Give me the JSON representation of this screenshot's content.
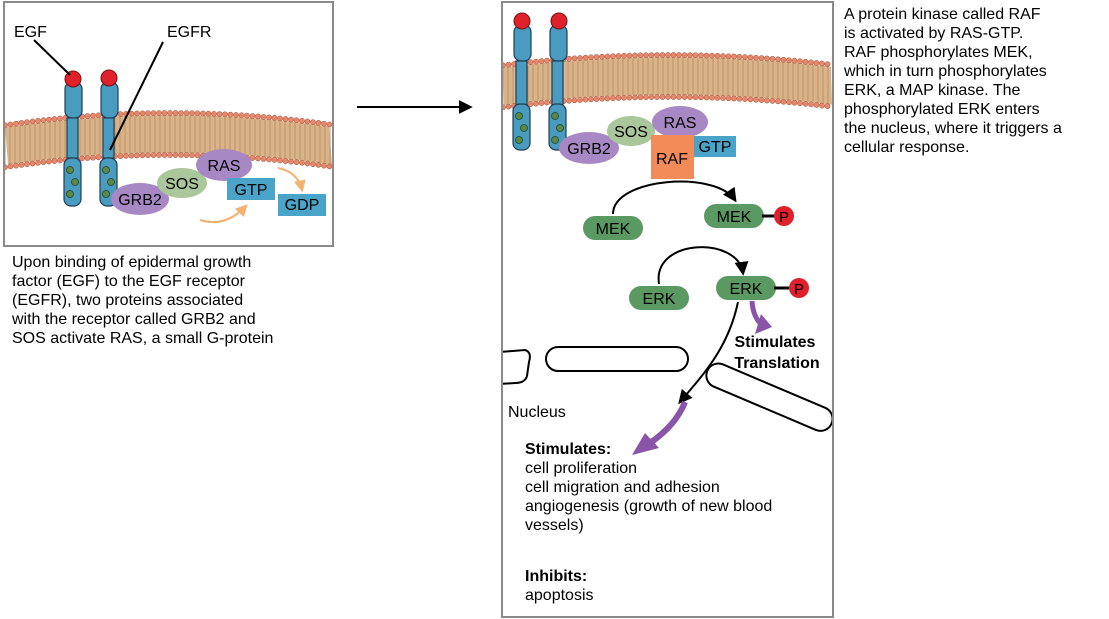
{
  "left_panel": {
    "egf_label": "EGF",
    "egfr_label": "EGFR",
    "sos": "SOS",
    "ras": "RAS",
    "grb2": "GRB2",
    "gtp": "GTP",
    "gdp": "GDP"
  },
  "left_caption": [
    "Upon binding of epidermal growth",
    "factor (EGF) to the EGF receptor",
    "(EGFR), two proteins associated",
    "with the receptor called GRB2 and",
    "SOS activate RAS, a small G-protein"
  ],
  "right_panel": {
    "sos": "SOS",
    "ras": "RAS",
    "grb2": "GRB2",
    "gtp": "GTP",
    "raf": "RAF",
    "mek": "MEK",
    "mek_p": "MEK",
    "erk": "ERK",
    "erk_p": "ERK",
    "phospho": "P",
    "stimulates_translation_1": "Stimulates",
    "stimulates_translation_2": "Translation",
    "nucleus": "Nucleus"
  },
  "right_caption": [
    "A protein kinase called RAF",
    "is activated by RAS-GTP.",
    "RAF phosphorylates MEK,",
    "which in turn phosphorylates",
    "ERK, a MAP kinase. The",
    "phosphorylated ERK enters",
    "the nucleus, where it triggers a",
    "cellular response."
  ],
  "stimulates": {
    "heading": "Stimulates:",
    "items": [
      "cell proliferation",
      "cell migration and adhesion",
      "angiogenesis (growth of new blood",
      "vessels)"
    ]
  },
  "inhibits": {
    "heading": "Inhibits:",
    "items": [
      "apoptosis"
    ]
  },
  "colors": {
    "receptor": "#4a9bc0",
    "ligand": "#e0202a",
    "sos": "#a9c79a",
    "ras": "#a888c4",
    "grb2": "#a888c4",
    "gtp": "#4aa3c8",
    "raf": "#f28a5a",
    "kinase": "#5a9a62",
    "purple_arrow": "#8a55a8",
    "orange_arrow": "#f6b070",
    "membrane_head": "#e8876a",
    "membrane_tail": "#d9b48a"
  }
}
